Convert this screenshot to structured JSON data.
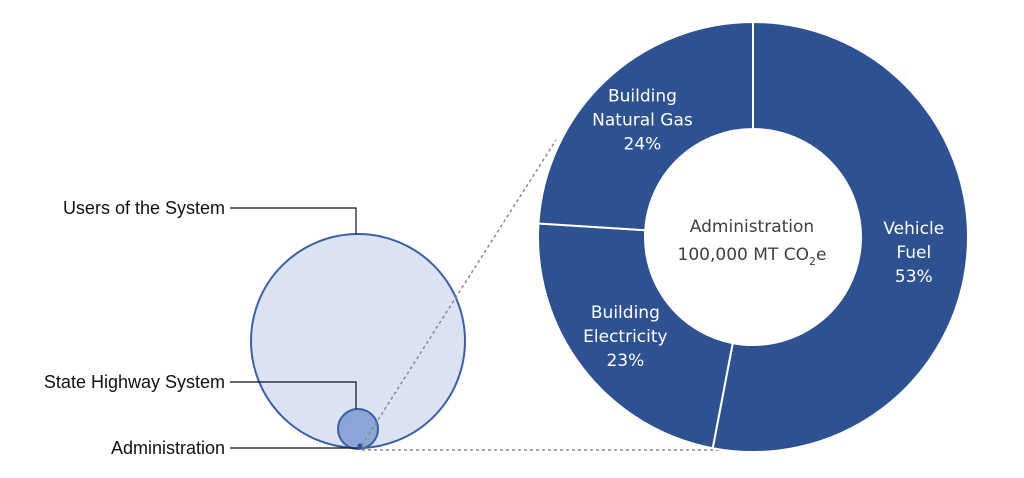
{
  "callouts": {
    "users": "Users of the System",
    "highway": "State Highway System",
    "admin": "Administration"
  },
  "center": {
    "line1": "Administration",
    "line2_prefix": "100,000 MT CO",
    "line2_sub": "2",
    "line2_suffix": "e"
  },
  "colors": {
    "donut": "#2e5291",
    "big_circle_fill": "#dbe3f3",
    "big_circle_stroke": "#3e5fa6",
    "small_circle_fill": "#8aa5d6"
  },
  "chart_data": {
    "type": "pie",
    "title": "Administration",
    "total": "100,000 MT CO2e",
    "slices": [
      {
        "name": "Vehicle Fuel",
        "label_lines": [
          "Vehicle",
          "Fuel"
        ],
        "value": 53,
        "pct_label": "53%"
      },
      {
        "name": "Building Electricity",
        "label_lines": [
          "Building",
          "Electricity"
        ],
        "value": 23,
        "pct_label": "23%"
      },
      {
        "name": "Building Natural Gas",
        "label_lines": [
          "Building",
          "Natural Gas"
        ],
        "value": 24,
        "pct_label": "24%"
      }
    ]
  }
}
